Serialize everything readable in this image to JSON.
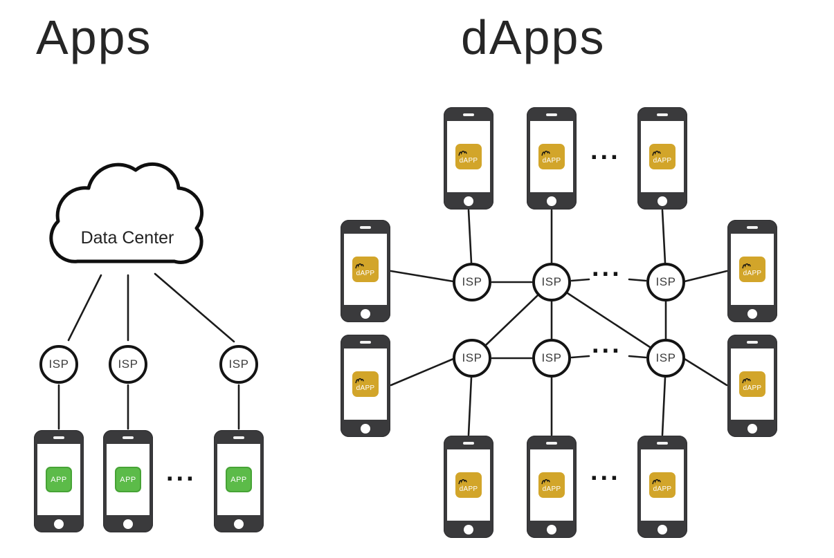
{
  "titles": {
    "left": "Apps",
    "right": "dApps"
  },
  "labels": {
    "data_center": "Data Center",
    "isp": "ISP",
    "app": "APP",
    "dapp": "dAPP",
    "dots": "..."
  },
  "colors": {
    "background": "#ffffff",
    "line": "#1b1b1b",
    "phone_body": "#3a3a3c",
    "phone_screen": "#ffffff",
    "app_icon_green": "#5cbb49",
    "app_icon_border": "#46a335",
    "dapp_icon_gold": "#d2a52a",
    "title_text": "#262626",
    "isp_text": "#3c3c3c"
  },
  "structure": {
    "left_diagram": {
      "title": "Apps",
      "cloud_label": "Data Center",
      "isp_count": 3,
      "phone_count": 3,
      "app_label": "APP"
    },
    "right_diagram": {
      "title": "dApps",
      "isp_count": 6,
      "phone_count": 10,
      "app_label": "dAPP"
    }
  }
}
